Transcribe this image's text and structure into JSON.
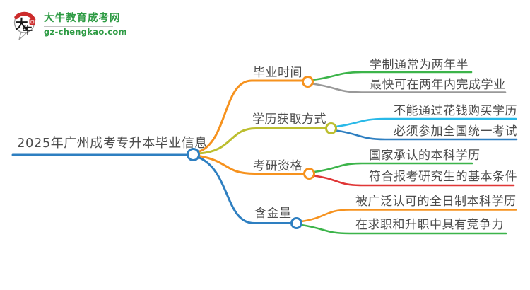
{
  "logo": {
    "title": "大牛教育成考网",
    "url": "gz-chengkao.com",
    "icon_char_1": "大",
    "icon_char_2": "牛"
  },
  "colors": {
    "blue": "#2e7fc1",
    "orange": "#f6921e",
    "olive": "#bcbe2f",
    "green": "#3cb44a",
    "gray": "#999999",
    "cyan": "#29b9e8",
    "red": "#e03636",
    "text": "#4d4d4d",
    "logo_green": "#2e9b44",
    "logo_red": "#cc2b2b",
    "bubble_outline": "#9a9a9a",
    "ink": "#1a1a1a"
  },
  "mindmap": {
    "root": {
      "label": "2025年广州成考专升本毕业信息",
      "color": "#2e7fc1"
    },
    "branches": [
      {
        "label": "毕业时间",
        "color": "#f6921e",
        "children": [
          {
            "label": "学制通常为两年半",
            "color": "#3cb44a"
          },
          {
            "label": "最快可在两年内完成学业",
            "color": "#999999"
          }
        ]
      },
      {
        "label": "学历获取方式",
        "color": "#bcbe2f",
        "children": [
          {
            "label": "不能通过花钱购买学历",
            "color": "#29b9e8"
          },
          {
            "label": "必须参加全国统一考试",
            "color": "#2e7fc1"
          }
        ]
      },
      {
        "label": "考研资格",
        "color": "#f6921e",
        "children": [
          {
            "label": "国家承认的本科学历",
            "color": "#3cb44a"
          },
          {
            "label": "符合报考研究生的基本条件",
            "color": "#e03636"
          }
        ]
      },
      {
        "label": "含金量",
        "color": "#2e7fc1",
        "children": [
          {
            "label": "被广泛认可的全日制本科学历",
            "color": "#f6921e"
          },
          {
            "label": "在求职和升职中具有竞争力",
            "color": "#3cb44a"
          }
        ]
      }
    ]
  }
}
